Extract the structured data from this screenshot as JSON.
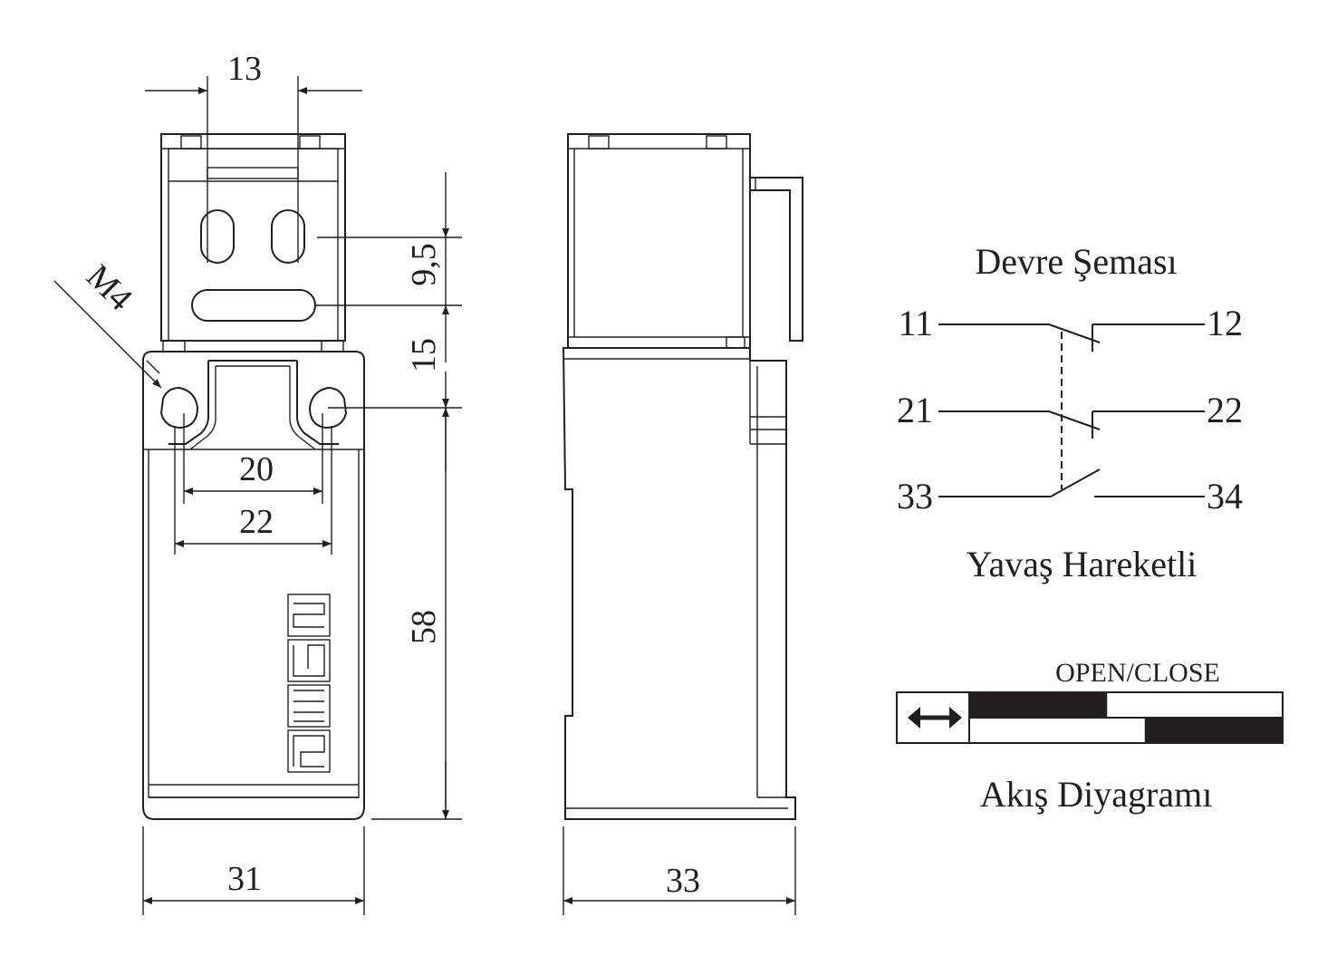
{
  "front_view": {
    "dims": {
      "top_width": "13",
      "slot_spacing": "9,5",
      "hole_offset": "15",
      "body_height": "58",
      "hole_inner": "20",
      "hole_outer": "22",
      "width": "31"
    },
    "thread_label": "M4"
  },
  "side_view": {
    "dims": {
      "depth": "33"
    }
  },
  "circuit": {
    "title": "Devre Şeması",
    "subtitle": "Yavaş Hareketli",
    "contacts": [
      {
        "left": "11",
        "right": "12",
        "type": "NC"
      },
      {
        "left": "21",
        "right": "22",
        "type": "NC"
      },
      {
        "left": "33",
        "right": "34",
        "type": "NO"
      }
    ]
  },
  "flow": {
    "header": "OPEN/CLOSE",
    "title": "Akış Diyagramı",
    "arrow_icon": "double-arrow-icon",
    "fill_color": "#231f20",
    "rows": [
      {
        "filled_from": 0.0,
        "filled_to": 0.44
      },
      {
        "filled_from": 0.56,
        "filled_to": 1.0
      }
    ]
  }
}
